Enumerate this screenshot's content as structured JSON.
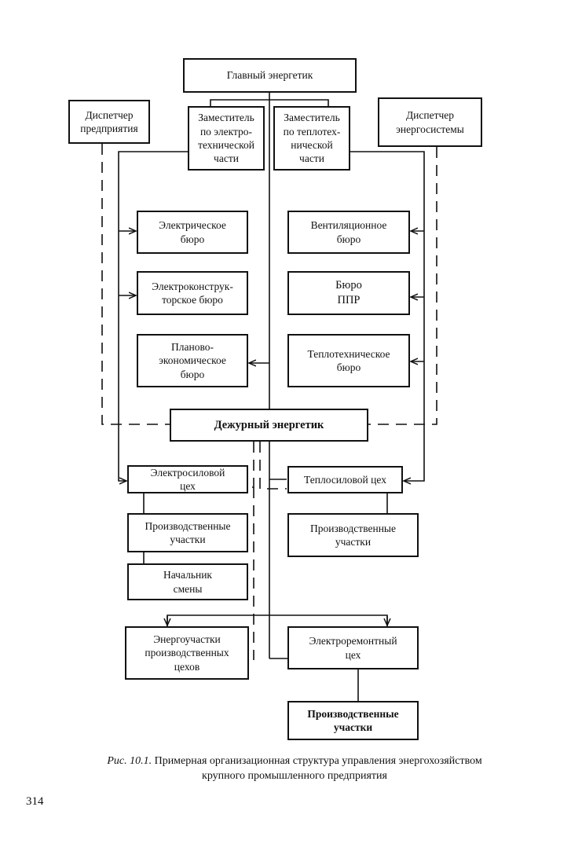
{
  "boxes": {
    "chief": "Главный энергетик",
    "dispatcher_enterprise": "Диспетчер\nпредприятия",
    "deputy_electro": "Заместитель\nпо электро-\nтехнической\nчасти",
    "deputy_thermo": "Заместитель\nпо теплотех-\nнической\nчасти",
    "dispatcher_energy": "Диспетчер\nэнергосистемы",
    "electric_bureau": "Электрическое\nбюро",
    "vent_bureau": "Вентиляционное\nбюро",
    "electro_design_bureau": "Электроконструк-\nторское бюро",
    "ppr_bureau": "Бюро\nППР",
    "planning_bureau": "Планово-\nэкономическое\nбюро",
    "thermo_bureau": "Теплотехническое\nбюро",
    "duty_engineer": "Дежурный энергетик",
    "electro_power_shop": "Электросиловой\nцех",
    "thermo_power_shop": "Теплосиловой цех",
    "prod_sections_left": "Производственные\nучастки",
    "prod_sections_right": "Производственные\nучастки",
    "shift_chief": "Начальник\nсмены",
    "energy_sections": "Энергоучастки\nпроизводственных\nцехов",
    "electro_repair_shop": "Электроремонтный\nцех",
    "prod_sections_bottom": "Производственные\nучастки"
  },
  "caption": {
    "figure_label": "Рис. 10.1.",
    "line1": "Примерная организационная структура управления энергохозяйством",
    "line2": "крупного промышленного предприятия"
  },
  "page_number": "314"
}
